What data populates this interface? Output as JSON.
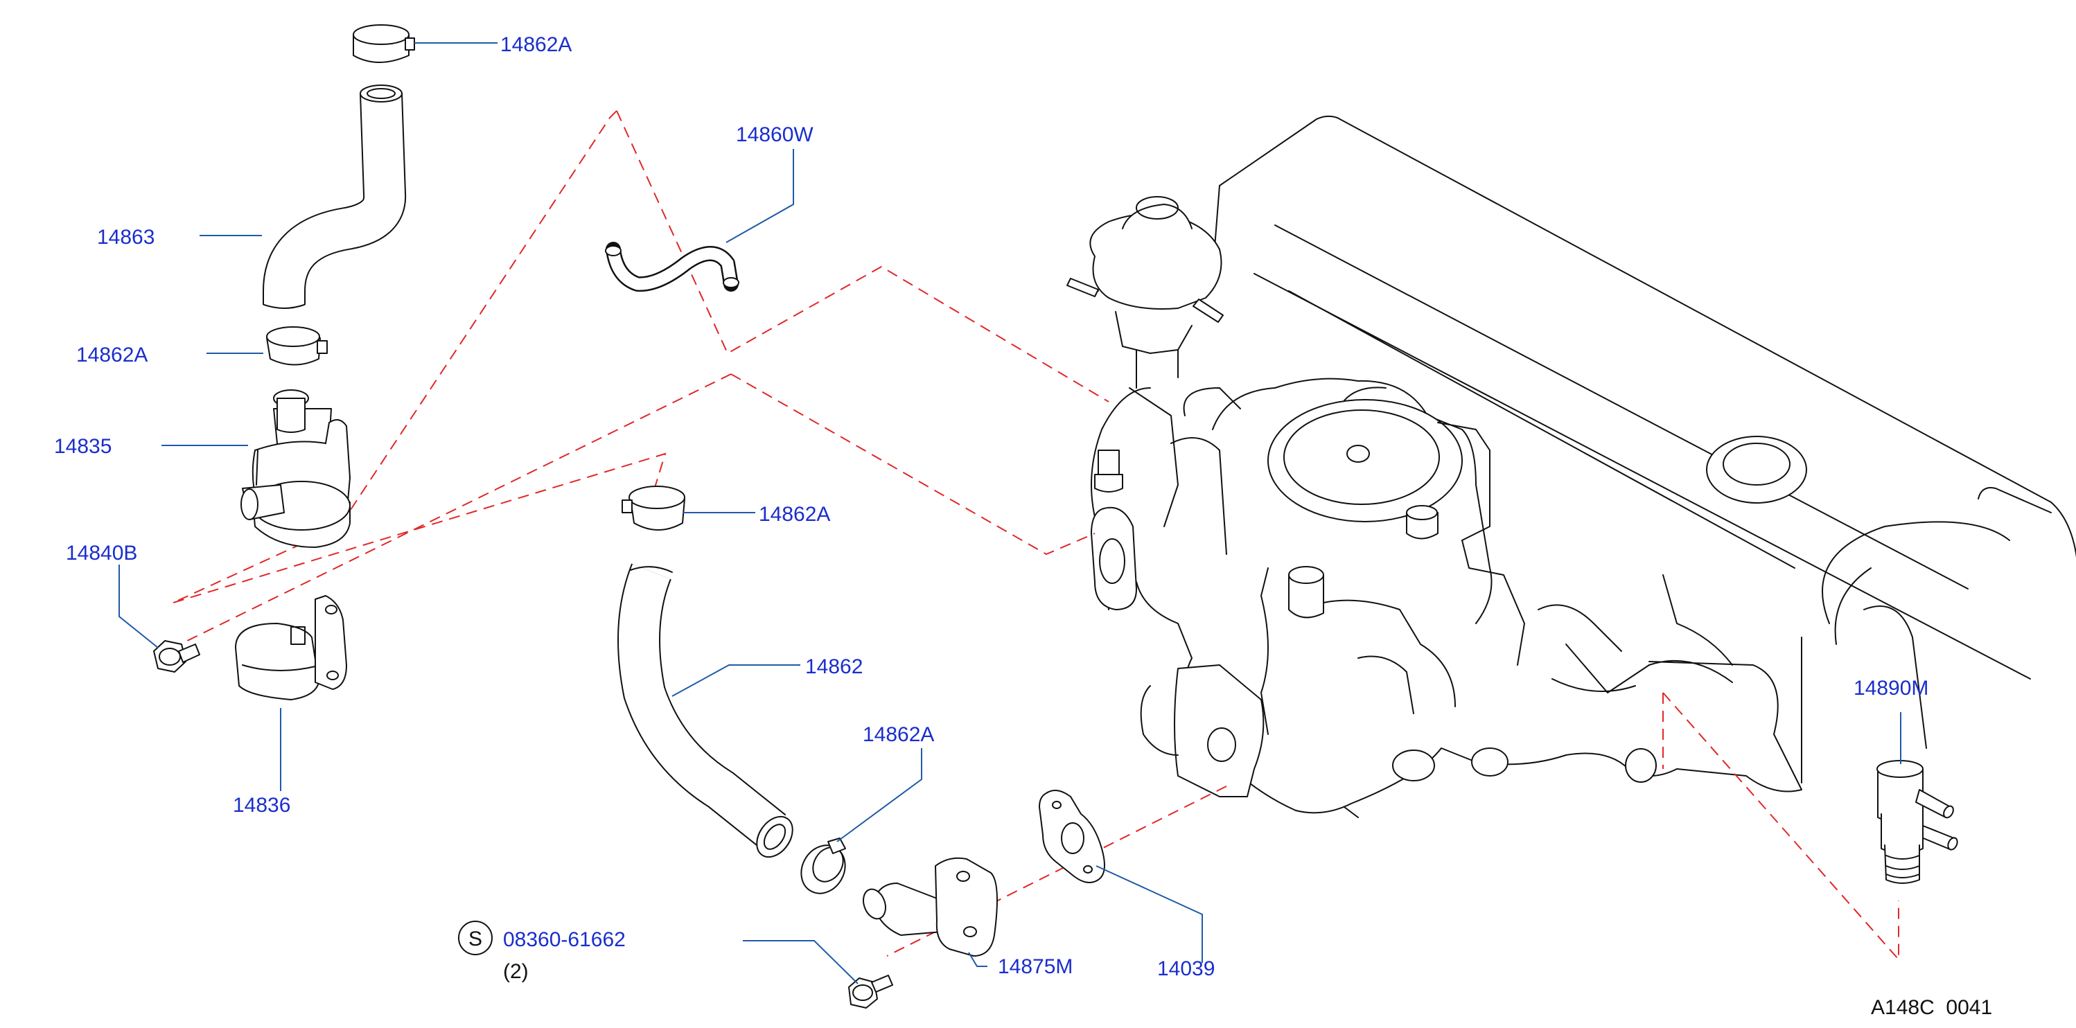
{
  "parts": {
    "clamp_top": "14862A",
    "hose_upper": "14863",
    "clamp_mid": "14862A",
    "valve": "14835",
    "bolt_small": "14840B",
    "bracket": "14836",
    "small_hose": "14860W",
    "clamp_hose": "14862A",
    "hose_lower": "14862",
    "clamp_lower": "14862A",
    "tube_outlet": "14875M",
    "gasket": "14039",
    "valve_right": "14890M"
  },
  "bolt_std": {
    "symbol": "S",
    "part": "08360-61662",
    "qty": "(2)"
  },
  "footer_code": "A148C  0041",
  "colors": {
    "label": "#1a2ecc",
    "leader": "#1f5aa8",
    "phantom_line": "#e02828",
    "outline": "#111111"
  }
}
